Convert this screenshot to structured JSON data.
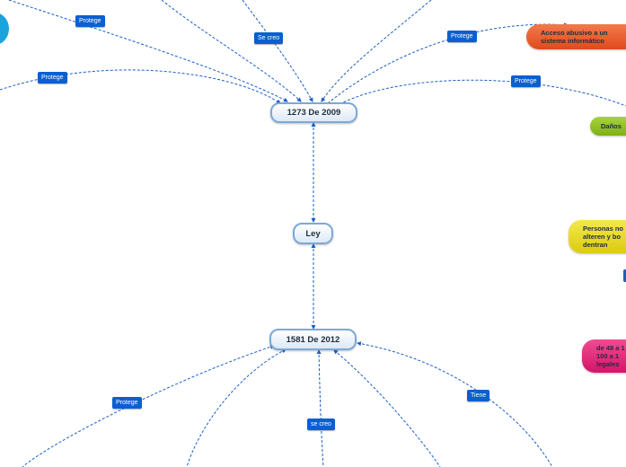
{
  "nodes": {
    "law_2009": "1273 De 2009",
    "ley": "Ley",
    "law_2012": "1581 De 2012"
  },
  "connectors": {
    "protege": "Protege",
    "se_creo": "Se creo",
    "se_creo_lower": "se creo",
    "tiene": "Tiene"
  },
  "side_topics": {
    "acceso": "Acceso abusivo a un sistema informático",
    "danos": "Daños",
    "personas": "Personas no alteren y bo dentran",
    "multas": "de 48 a 1 100  a 1 legales"
  },
  "colors": {
    "link": "#1a5fc4",
    "tag": "#0b5fd0",
    "orange": "#e8562a",
    "green": "#8cbf1c",
    "yellow": "#e8d92a",
    "pink": "#e51e7a",
    "cyan": "#1aa3dc"
  }
}
